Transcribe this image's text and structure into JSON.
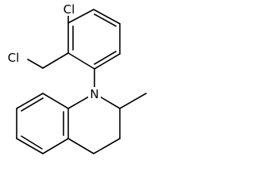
{
  "molecule": {
    "atoms": [
      {
        "id": "cl_ring",
        "symbol": "Cl"
      },
      {
        "id": "cl_chain",
        "symbol": "Cl"
      },
      {
        "id": "n1",
        "symbol": "N"
      }
    ]
  },
  "colors": {
    "bond": "#000000",
    "label": "#000000",
    "background": "#ffffff"
  }
}
